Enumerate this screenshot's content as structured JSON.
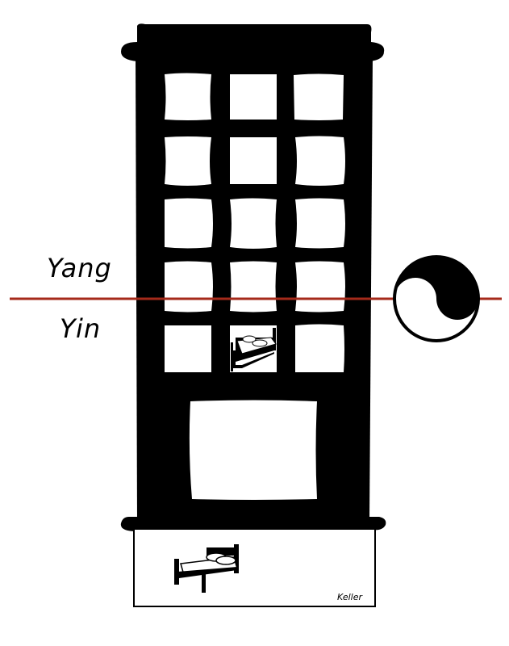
{
  "labels": {
    "upper": "Yang",
    "lower": "Yin"
  },
  "signature": "Keller",
  "colors": {
    "building": "#000000",
    "divider": "#a52a1a",
    "background": "#ffffff"
  },
  "icons": [
    "building-icon",
    "bed-icon",
    "yin-yang-icon"
  ]
}
